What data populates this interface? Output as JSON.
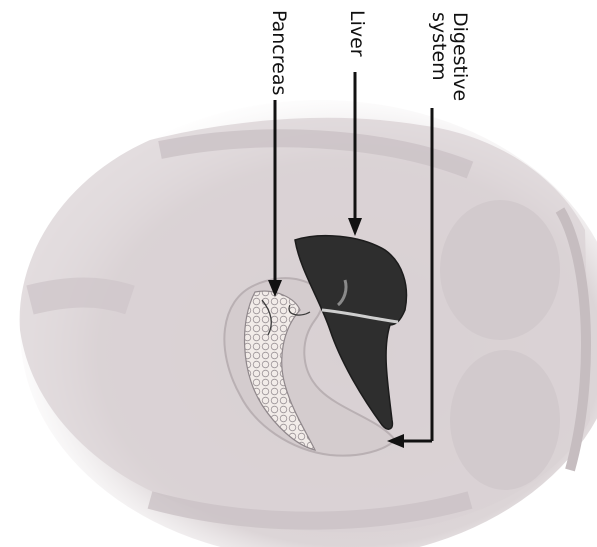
{
  "labels": {
    "digestive_line1": "Digestive",
    "digestive_line2": "system",
    "liver": "Liver",
    "pancreas": "Pancreas"
  },
  "colors": {
    "body_tissue": "#d9d2d4",
    "body_shadow": "#c4bbbe",
    "liver": "#2b2b2b",
    "pancreas": "#efe9e6",
    "stomach": "#d6cfd1",
    "arrow": "#111111"
  }
}
